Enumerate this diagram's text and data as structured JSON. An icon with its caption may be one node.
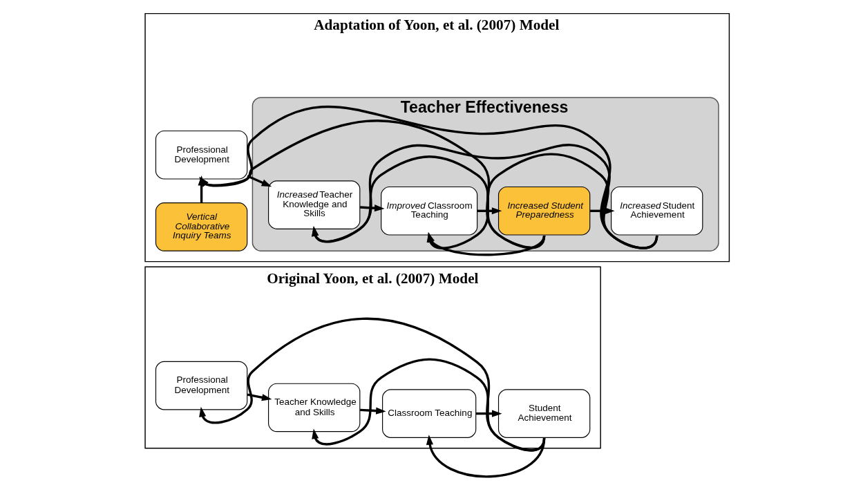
{
  "diagram": {
    "nodes": [
      {
        "text": [
          "Original Yoon, et al. (2007) Model"
        ]
      },
      {
        "text": [
          "Professional Development"
        ],
        "in": 0
      },
      {
        "text": [
          "Teacher Knowledge and Skills"
        ],
        "in": 0
      },
      {
        "text": [
          "Classroom Teaching"
        ],
        "in": 0
      },
      {
        "text": [
          "Student Achievement"
        ],
        "in": 0
      },
      {
        "text": [
          "Adaptation of Yoon, et al. (2007) Model"
        ]
      },
      {
        "text": [
          "Vertical Collaborative Inquiry Teams"
        ],
        "in": 5
      },
      {
        "text": [
          "Professional Development"
        ],
        "in": 5
      },
      {
        "text": [
          "Teacher Effectiveness"
        ],
        "in": 5
      },
      {
        "text": [
          "*Increased* Teacher Knowledge and Skills"
        ],
        "in": 8
      },
      {
        "text": [
          "*Improved* Classroom Teaching"
        ],
        "in": 8
      },
      {
        "text": [
          "Increased Student Preparedness"
        ],
        "in": 8
      },
      {
        "text": [
          "*Increased* Student Achievement"
        ],
        "in": 8
      }
    ],
    "edges": [
      {
        "from": 1,
        "to": 2,
        "arrow": "to"
      },
      {
        "from": 2,
        "to": 3,
        "arrow": "to"
      },
      {
        "from": 3,
        "to": 4,
        "arrow": "to"
      },
      {
        "from": 4,
        "to": 1,
        "arrow": "to"
      },
      {
        "from": 4,
        "to": 2,
        "arrow": "to"
      },
      {
        "from": 4,
        "to": 3,
        "arrow": "to"
      },
      {
        "from": 6,
        "to": 7,
        "arrow": "to"
      },
      {
        "from": 7,
        "to": 9,
        "arrow": "to"
      },
      {
        "from": 9,
        "to": 10,
        "arrow": "to"
      },
      {
        "from": 10,
        "to": 11,
        "arrow": "to"
      },
      {
        "from": 11,
        "to": 12,
        "arrow": "to"
      },
      {
        "from": 12,
        "to": 7,
        "arrow": "to"
      },
      {
        "from": 12,
        "to": 9,
        "arrow": "to"
      },
      {
        "from": 12,
        "to": 10,
        "arrow": "to"
      },
      {
        "from": 11,
        "to": 7,
        "arrow": "to"
      },
      {
        "from": 11,
        "to": 9,
        "arrow": "to"
      },
      {
        "from": 11,
        "to": 10,
        "arrow": "to"
      }
    ]
  }
}
